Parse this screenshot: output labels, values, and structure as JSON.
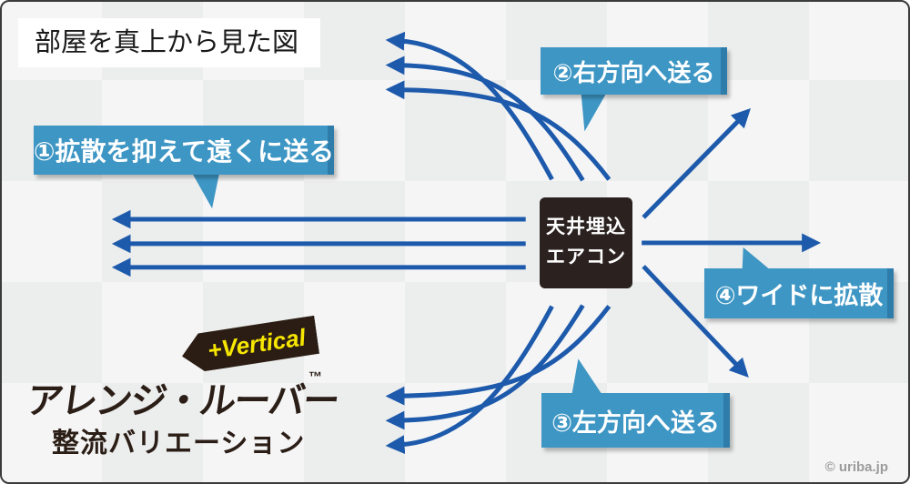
{
  "title": "部屋を真上から見た図",
  "aircon": {
    "line1": "天井埋込",
    "line2": "エアコン"
  },
  "labels": {
    "one": "①拡散を抑えて遠くに送る",
    "two": "②右方向へ送る",
    "three": "③左方向へ送る",
    "four": "④ワイドに拡散"
  },
  "logo": {
    "banner": "+Vertical",
    "brand": "アレンジ・ルーバー",
    "trademark": "™",
    "subtitle": "整流バリエーション"
  },
  "copyright": "© uriba.jp",
  "colors": {
    "arrow": "#1d5aab",
    "bubble": "#3e96c4",
    "bubble_edge": "#2d7ca9",
    "box": "#2b2220",
    "logo": "#2b1e16",
    "banner_text": "#f7e700"
  }
}
